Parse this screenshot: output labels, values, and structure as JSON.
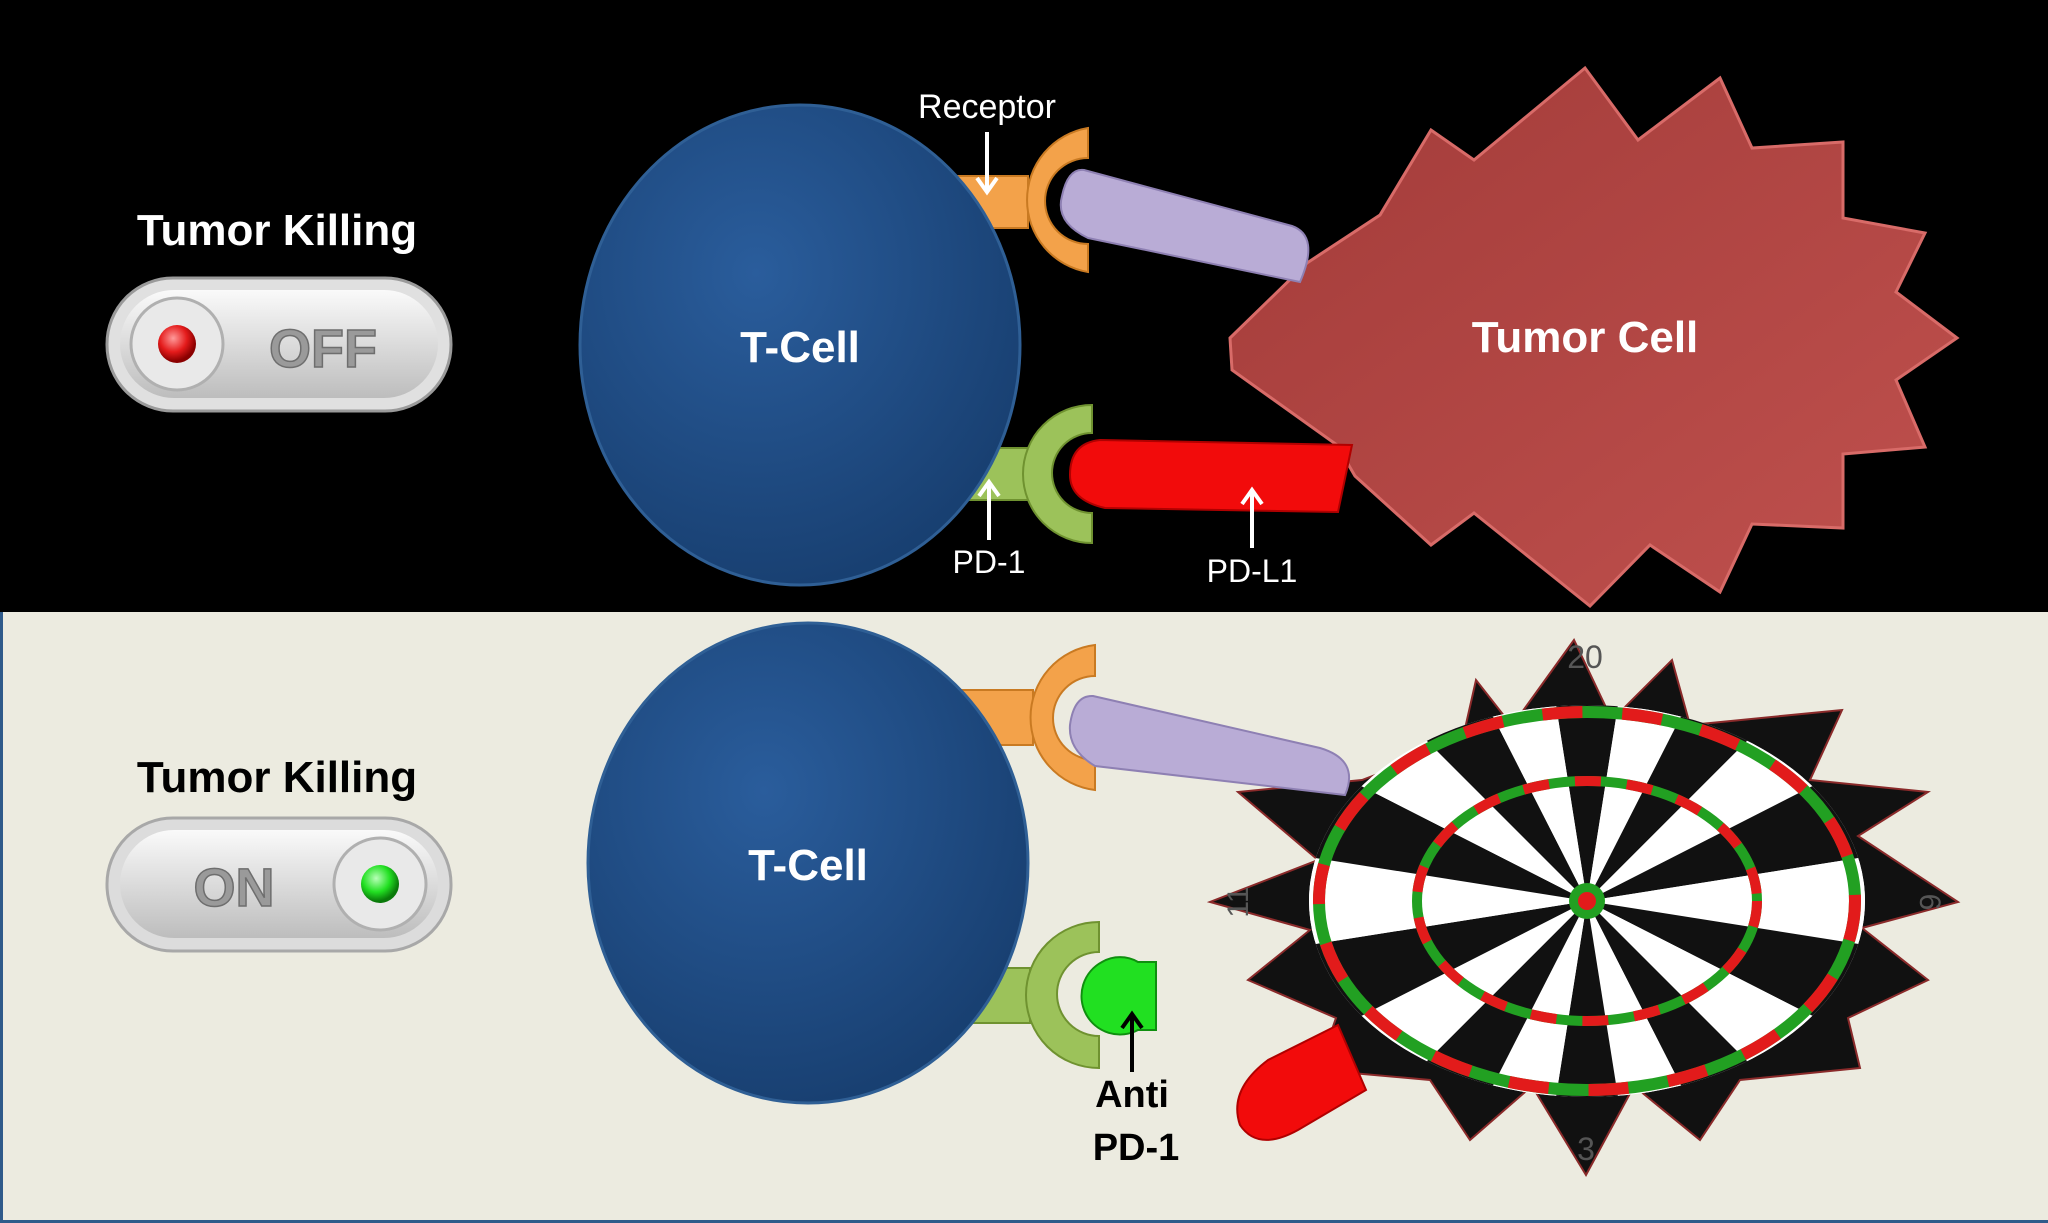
{
  "top_panel": {
    "status_title": "Tumor Killing",
    "switch_label": "OFF",
    "switch_indicator_color": "#e41b1b",
    "t_cell_label": "T-Cell",
    "tumor_cell_label": "Tumor Cell",
    "receptor_label": "Receptor",
    "pd1_label": "PD-1",
    "pdl1_label": "PD-L1"
  },
  "bottom_panel": {
    "status_title": "Tumor Killing",
    "switch_label": "ON",
    "switch_indicator_color": "#22e022",
    "t_cell_label": "T-Cell",
    "antibody_label_line1": "Anti",
    "antibody_label_line2": "PD-1",
    "dartboard_numbers": [
      "20",
      "6",
      "3",
      "11"
    ]
  },
  "colors": {
    "t_cell": "#1d4a82",
    "tumor_cell": "#b54c49",
    "receptor": "#f3a24a",
    "pd1": "#9cc25a",
    "ligand_purple": "#b9acd6",
    "pdl1": "#f20b0b",
    "antibody": "#21e021",
    "bottom_background": "#ecebe0"
  }
}
